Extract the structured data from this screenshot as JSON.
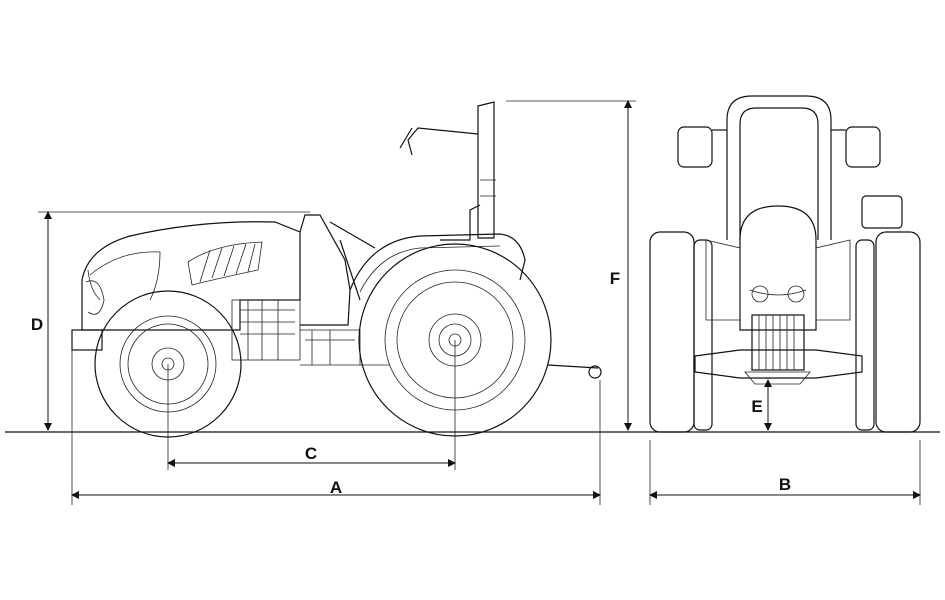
{
  "diagram": {
    "labels": {
      "A": "A",
      "B": "B",
      "C": "C",
      "D": "D",
      "E": "E",
      "F": "F"
    }
  },
  "colors": {
    "line": "#111111",
    "background": "#ffffff"
  }
}
